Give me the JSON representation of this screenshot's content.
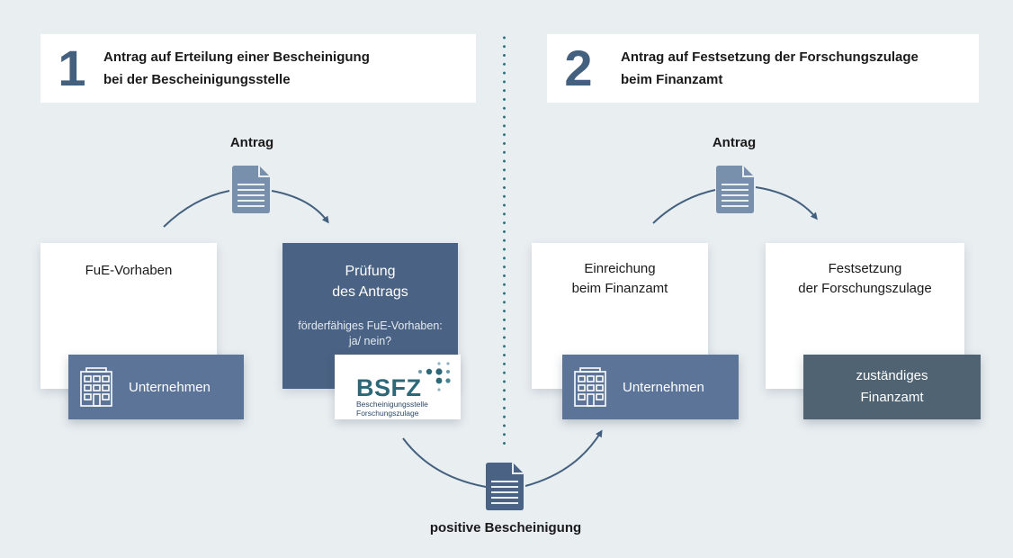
{
  "steps": [
    {
      "number": "1",
      "title_line1": "Antrag auf Erteilung einer Bescheinigung",
      "title_line2": "bei der Bescheinigungsstelle"
    },
    {
      "number": "2",
      "title_line1": "Antrag auf Festsetzung der Forschungszulage",
      "title_line2": "beim Finanzamt"
    }
  ],
  "flow_labels": {
    "antrag_left": "Antrag",
    "antrag_right": "Antrag",
    "positive_certificate": "positive Bescheinigung"
  },
  "cards": {
    "fue_vorhaben": {
      "title": "FuE-Vorhaben",
      "tag": "Unternehmen",
      "tag_icon": "building-icon"
    },
    "pruefung": {
      "title": "Prüfung\ndes Antrags",
      "subtitle": "förderfähiges FuE-Vorhaben:\nja/ nein?",
      "logo": {
        "mark": "BSFZ",
        "subtitle": "Bescheinigungsstelle\nForschungszulage"
      }
    },
    "einreichung": {
      "title": "Einreichung\nbeim Finanzamt",
      "tag": "Unternehmen",
      "tag_icon": "building-icon"
    },
    "festsetzung": {
      "title": "Festsetzung\nder Forschungszulage",
      "tag": "zuständiges\nFinanzamt"
    }
  },
  "icons": {
    "document": "document-icon",
    "building": "building-icon",
    "arrow": "curved-arrow"
  },
  "colors": {
    "background": "#e9eef1",
    "primary_blue": "#44607f",
    "card_dark": "#4a6283",
    "tag_blue": "#5c7497",
    "tag_slate": "#4f6372",
    "divider_teal": "#2d6f79",
    "document_light": "#7990ad",
    "document_dark": "#4a6283"
  }
}
